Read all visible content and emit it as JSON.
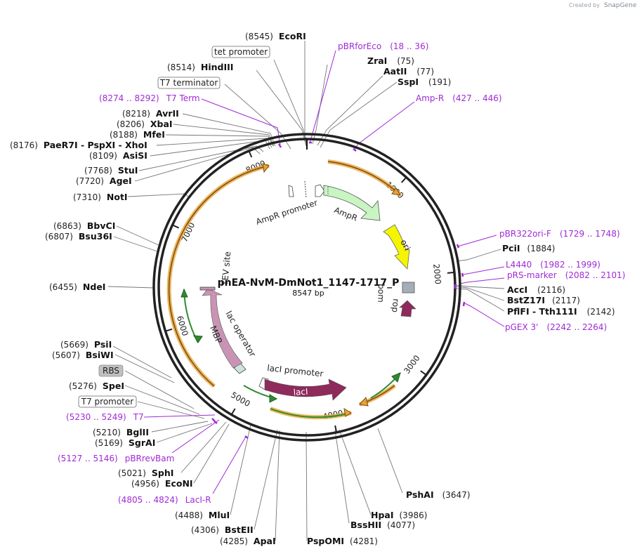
{
  "credit": {
    "prefix": "Created by",
    "brand": "SnapGene"
  },
  "plasmid": {
    "name": "pnEA-NvM-DmNot1_1147-1717_P",
    "size_label": "8547 bp",
    "length": 8547,
    "ticks": [
      {
        "pos": 1000,
        "label": "1000"
      },
      {
        "pos": 2000,
        "label": "2000"
      },
      {
        "pos": 3000,
        "label": "3000"
      },
      {
        "pos": 4000,
        "label": "4000"
      },
      {
        "pos": 5000,
        "label": "5000"
      },
      {
        "pos": 6000,
        "label": "6000"
      },
      {
        "pos": 7000,
        "label": "7000"
      },
      {
        "pos": 8000,
        "label": "8000"
      }
    ]
  },
  "colors": {
    "backbone": "#222222",
    "primer": "#a02ad6",
    "ampr": "#c8f5c2",
    "ori": "#f5f500",
    "laci": "#8e2a5c",
    "rop": "#8e2a5c",
    "mbp": "#c994b4",
    "orf_orange": "#e8a432",
    "orf_green": "#2e8b2e",
    "leader": "#777777",
    "feature_box_fill": "#ffffff",
    "rbs_fill": "#c0c0c0"
  },
  "site_labels": [
    {
      "pos": "(8545)",
      "enzyme": "EcoRI"
    },
    {
      "pos": "(8514)",
      "enzyme": "HindIII"
    },
    {
      "pos": "(8218)",
      "enzyme": "AvrII"
    },
    {
      "pos": "(8206)",
      "enzyme": "XbaI"
    },
    {
      "pos": "(8188)",
      "enzyme": "MfeI"
    },
    {
      "pos": "(8176)",
      "enzyme": "PaeR7I  -  PspXI  -  XhoI"
    },
    {
      "pos": "(8109)",
      "enzyme": "AsiSI"
    },
    {
      "pos": "(7768)",
      "enzyme": "StuI"
    },
    {
      "pos": "(7720)",
      "enzyme": "AgeI"
    },
    {
      "pos": "(7310)",
      "enzyme": "NotI"
    },
    {
      "pos": "(6863)",
      "enzyme": "BbvCI"
    },
    {
      "pos": "(6807)",
      "enzyme": "Bsu36I"
    },
    {
      "pos": "(6455)",
      "enzyme": "NdeI"
    },
    {
      "pos": "(5669)",
      "enzyme": "PsiI"
    },
    {
      "pos": "(5607)",
      "enzyme": "BsiWI"
    },
    {
      "pos": "(5276)",
      "enzyme": "SpeI"
    },
    {
      "pos": "(5210)",
      "enzyme": "BglII"
    },
    {
      "pos": "(5169)",
      "enzyme": "SgrAI"
    },
    {
      "pos": "(5021)",
      "enzyme": "SphI"
    },
    {
      "pos": "(4956)",
      "enzyme": "EcoNI"
    },
    {
      "pos": "(4488)",
      "enzyme": "MluI"
    },
    {
      "pos": "(4306)",
      "enzyme": "BstEII"
    },
    {
      "pos": "(4285)",
      "enzyme": "ApaI"
    },
    {
      "pos": "(4281)",
      "enzyme": "PspOMI"
    },
    {
      "pos": "(4077)",
      "enzyme": "BssHII"
    },
    {
      "pos": "(3986)",
      "enzyme": "HpaI"
    },
    {
      "pos": "(3647)",
      "enzyme": "PshAI"
    },
    {
      "pos": "(2142)",
      "enzyme": "PflFI  -  Tth111I"
    },
    {
      "pos": "(2117)",
      "enzyme": "BstZ17I"
    },
    {
      "pos": "(2116)",
      "enzyme": "AccI"
    },
    {
      "pos": "(1884)",
      "enzyme": "PciI"
    },
    {
      "pos": "(191)",
      "enzyme": "SspI"
    },
    {
      "pos": "(77)",
      "enzyme": "AatII"
    },
    {
      "pos": "(75)",
      "enzyme": "ZraI"
    }
  ],
  "primer_labels": [
    {
      "name": "pBRforEco",
      "range": "(18 .. 36)"
    },
    {
      "name": "Amp-R",
      "range": "(427 .. 446)"
    },
    {
      "name": "pBR322ori-F",
      "range": "(1729 .. 1748)"
    },
    {
      "name": "L4440",
      "range": "(1982 .. 1999)"
    },
    {
      "name": "pRS-marker",
      "range": "(2082 .. 2101)"
    },
    {
      "name": "pGEX 3'",
      "range": "(2242 .. 2264)"
    },
    {
      "name": "T7 Term",
      "range": "(8274 .. 8292)"
    },
    {
      "name": "T7",
      "range": "(5230 .. 5249)"
    },
    {
      "name": "pBRrevBam",
      "range": "(5127 .. 5146)"
    },
    {
      "name": "LacI-R",
      "range": "(4805 .. 4824)"
    }
  ],
  "boxed_labels": [
    "tet promoter",
    "T7 terminator",
    "RBS",
    "T7 promoter"
  ],
  "feature_labels": [
    "AmpR promoter",
    "AmpR",
    "ori",
    "rop",
    "bom",
    "lacI promoter",
    "lacI",
    "lac operator",
    "MBP",
    "TEV site"
  ]
}
